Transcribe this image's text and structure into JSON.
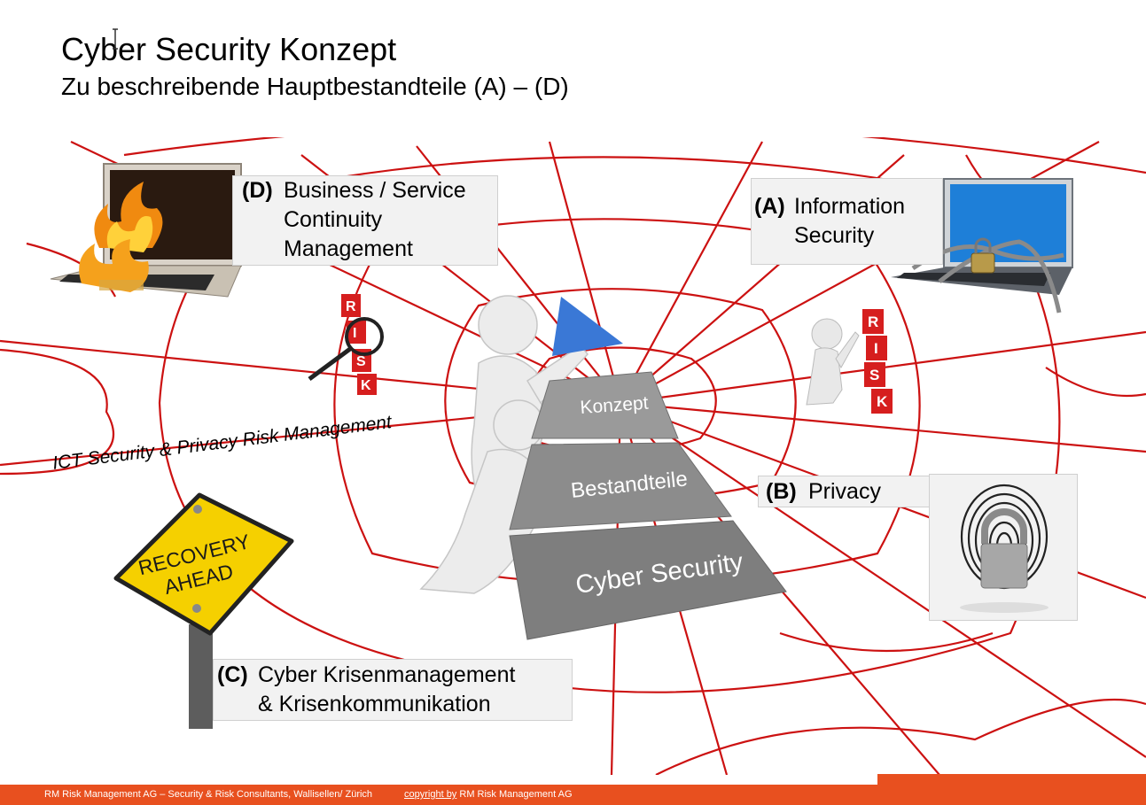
{
  "slide": {
    "title": "Cyber Security Konzept",
    "subtitle": "Zu beschreibende Hauptbestandteile (A) – (D)"
  },
  "boxes": {
    "d": {
      "tag": "(D)",
      "lines": [
        "Business / Service",
        "Continuity",
        "Management"
      ]
    },
    "a": {
      "tag": "(A)",
      "lines": [
        "Information",
        "Security"
      ]
    },
    "b": {
      "tag": "(B)",
      "lines": [
        "Privacy"
      ]
    },
    "c": {
      "tag": "(C)",
      "lines": [
        "Cyber Krisenmanagement",
        "& Krisenkommunikation"
      ]
    }
  },
  "web_label": "ICT Security & Privacy Risk Management",
  "pyramid": {
    "levels": [
      "Konzept",
      "Bestandteile",
      "Cyber Security"
    ]
  },
  "sign": {
    "lines": [
      "RECOVERY",
      "AHEAD"
    ]
  },
  "risk_cubes": [
    "R",
    "I",
    "S",
    "K"
  ],
  "footer": {
    "left": "RM Risk Management AG – Security & Risk Consultants, Wallisellen/ Zürich",
    "copyright_label": "copyright by",
    "copyright_owner": "RM Risk Management AG"
  },
  "colors": {
    "web": "#cc1111",
    "pyramid": "#8c8c8c",
    "footer": "#e8501f",
    "sign": "#f5d000",
    "laptop_screen": "#1e7fd8",
    "risk_cube": "#d61e1e",
    "triangle": "#3a78d6"
  },
  "icons": [
    "burning-laptop-icon",
    "chained-laptop-icon",
    "magnifier-icon",
    "fingerprint-lock-icon",
    "stick-figure-icon",
    "text-cursor-icon"
  ]
}
